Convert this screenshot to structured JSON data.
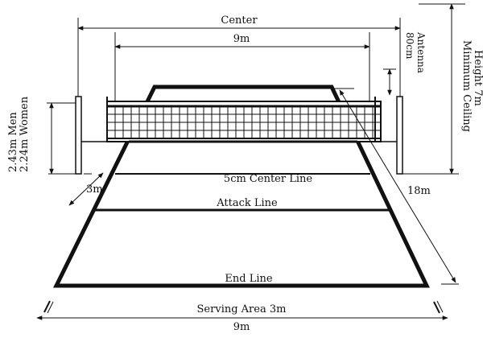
{
  "diagram": {
    "labels": {
      "center_top": "Center",
      "width_top": "9m",
      "antenna_line1": "80cm",
      "antenna_line2": "Antenna",
      "ceiling_line1": "Minimum Ceiling",
      "ceiling_line2": "Height 7m",
      "net_height_men": "2.43m Men",
      "net_height_women": "2.24m Women",
      "three_m": "3m",
      "eighteen_m": "18m",
      "center_line": "5cm Center Line",
      "attack_line": "Attack Line",
      "end_line": "End Line",
      "serving_area": "Serving Area 3m",
      "width_bottom": "9m"
    },
    "colors": {
      "ink": "#111111",
      "background": "#ffffff"
    }
  }
}
